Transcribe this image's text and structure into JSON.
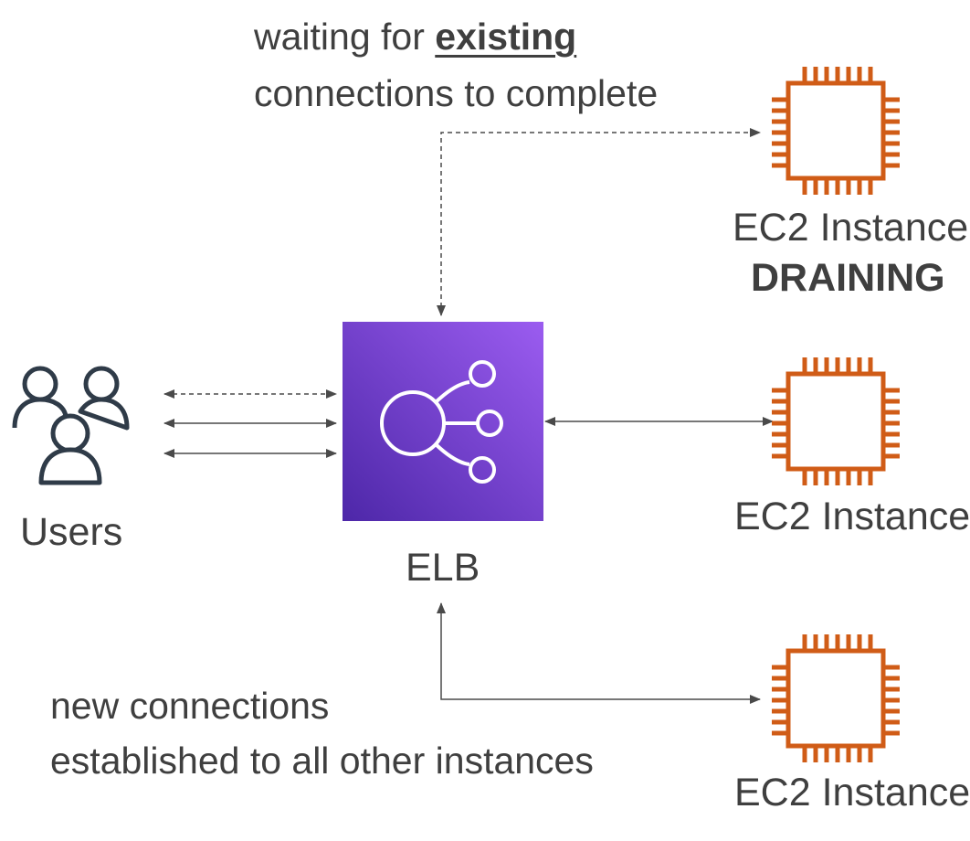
{
  "notes": {
    "top_line1_prefix": "waiting for ",
    "top_line1_emphasis": "existing",
    "top_line2": "connections to complete",
    "bottom_line1": "new connections",
    "bottom_line2": "established to all other instances"
  },
  "nodes": {
    "users": {
      "label": "Users",
      "icon": "users-icon"
    },
    "elb": {
      "label": "ELB",
      "icon": "elb-icon"
    },
    "ec2_top": {
      "label": "EC2 Instance",
      "status": "DRAINING",
      "icon": "ec2-chip-icon"
    },
    "ec2_middle": {
      "label": "EC2 Instance",
      "icon": "ec2-chip-icon"
    },
    "ec2_bottom": {
      "label": "EC2 Instance",
      "icon": "ec2-chip-icon"
    }
  },
  "colors": {
    "text": "#3f3f3f",
    "ec2_orange": "#d05c17",
    "elb_gradient_start": "#4d27a8",
    "elb_gradient_end": "#9b5cf0",
    "arrow": "#4a4a4a"
  }
}
